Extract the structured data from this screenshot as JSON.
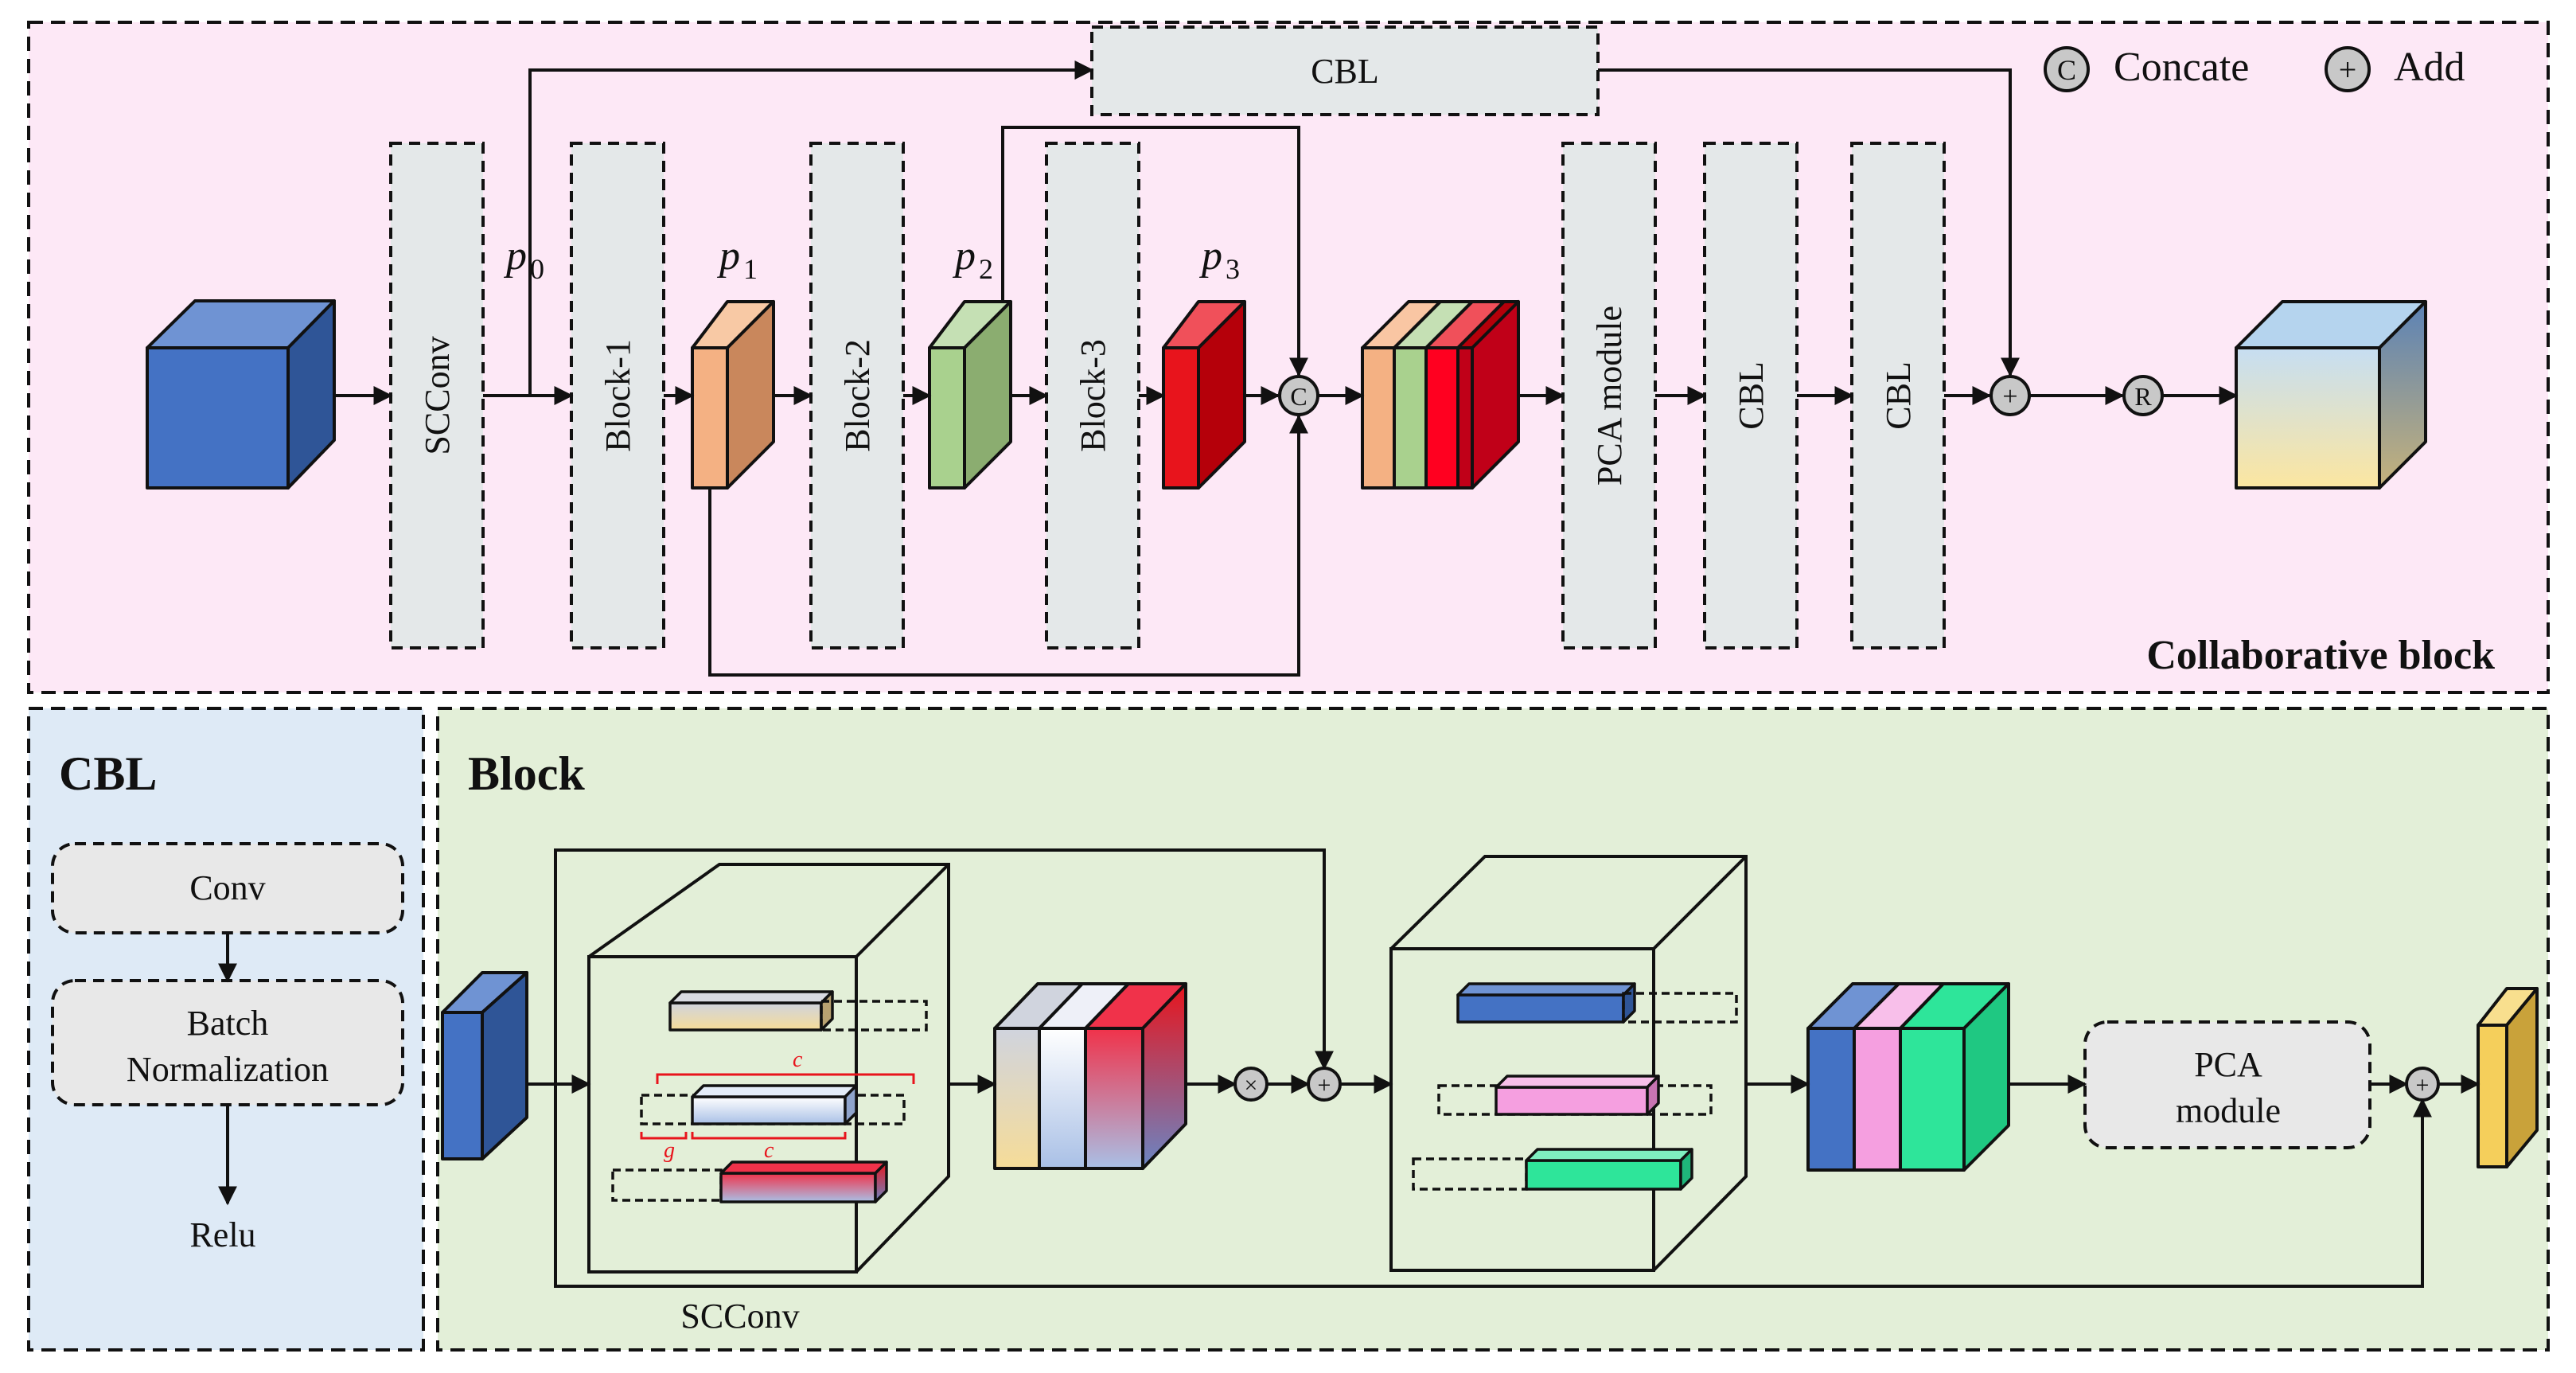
{
  "legend": {
    "concat_symbol": "C",
    "concat_label": "Concate",
    "add_symbol": "+",
    "add_label": "Add"
  },
  "top": {
    "title": "Collaborative block",
    "cbl_top": "CBL",
    "scconv": "SCConv",
    "block1": "Block-1",
    "block2": "Block-2",
    "block3": "Block-3",
    "pca": "PCA module",
    "cbl1": "CBL",
    "cbl2": "CBL",
    "p0": "p",
    "p0_sub": "0",
    "p1": "p",
    "p1_sub": "1",
    "p2": "p",
    "p2_sub": "2",
    "p3": "p",
    "p3_sub": "3",
    "concat_node": "C",
    "add_node": "+",
    "relu_node": "R"
  },
  "cbl_panel": {
    "title": "CBL",
    "conv": "Conv",
    "bn_line1": "Batch",
    "bn_line2": "Normalization",
    "relu": "Relu"
  },
  "block_panel": {
    "title": "Block",
    "scconv_caption": "SCConv",
    "pca_line1": "PCA",
    "pca_line2": "module",
    "mult_node": "×",
    "add_node1": "+",
    "add_node2": "+",
    "c_label1": "c",
    "c_label2": "c",
    "g_label": "g"
  },
  "colors": {
    "top_bg": "#fde8f6",
    "cbl_bg": "#deeaf6",
    "block_bg": "#e3efd8",
    "blue_cube": "#4472c4",
    "orange": "#f4b183",
    "green": "#a9d18e",
    "red": "#e8141c",
    "pink": "#f59fe0",
    "mint": "#2ee59a",
    "gold": "#f5cf5b"
  }
}
